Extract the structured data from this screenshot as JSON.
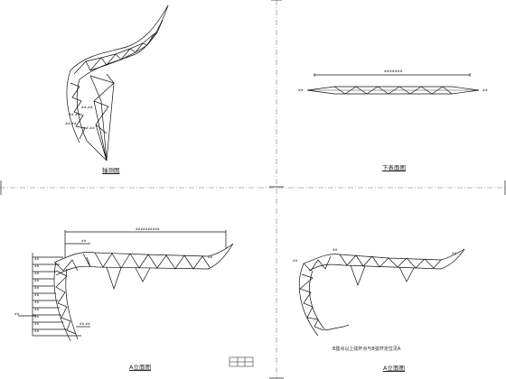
{
  "panels": {
    "axonometric": {
      "title": "轴测图"
    },
    "bottom_view": {
      "title": "下表面图"
    },
    "elevation_a_left": {
      "title": "A立面图"
    },
    "elevation_a_right": {
      "title": "A立面图",
      "note": "B基点以上弦杆点与B弦杆定位见A"
    }
  },
  "colors": {
    "line": "#111111",
    "divider": "#555555",
    "background": "#ffffff"
  }
}
